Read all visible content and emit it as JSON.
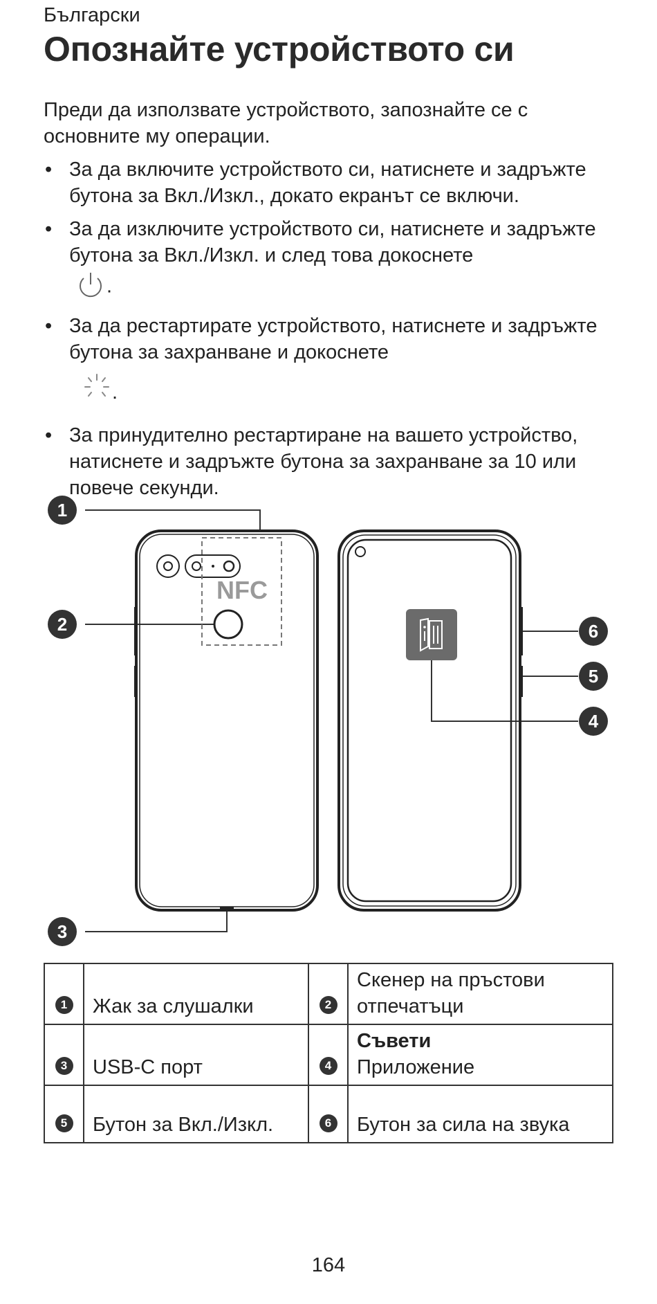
{
  "header": {
    "language": "Български",
    "title": "Опознайте устройството си"
  },
  "intro": "Преди да използвате устройството, запознайте се с основните му операции.",
  "bullets": [
    {
      "text": "За да включите устройството си, натиснете и задръжте бутона за Вкл./Изкл., докато екранът се включи."
    },
    {
      "text": "За да изключите устройството си, натиснете и задръжте бутона за Вкл./Изкл. и след това докоснете",
      "icon": "power-icon",
      "suffix": "."
    },
    {
      "text": "За да рестартирате устройството, натиснете и задръжте бутона за захранване и докоснете",
      "icon": "restart-icon",
      "suffix": "."
    },
    {
      "text": "За принудително рестартиране на вашето устройство, натиснете и задръжте бутона за захранване за 10 или повече секунди."
    }
  ],
  "diagram": {
    "nfc_label": "NFC",
    "callouts": [
      "1",
      "2",
      "3",
      "4",
      "5",
      "6"
    ],
    "app_icon": "tips-app-icon"
  },
  "parts_table": [
    [
      {
        "num": "1",
        "label": "Жак за слушалки"
      },
      {
        "num": "2",
        "label": "Скенер на пръстови отпечатъци"
      }
    ],
    [
      {
        "num": "3",
        "label": "USB-C порт"
      },
      {
        "num": "4",
        "label_bold": "Съвети",
        "label": "Приложение"
      }
    ],
    [
      {
        "num": "5",
        "label": "Бутон за Вкл./Изкл."
      },
      {
        "num": "6",
        "label": "Бутон за сила на звука"
      }
    ]
  ],
  "footer": {
    "page_number": "164"
  }
}
